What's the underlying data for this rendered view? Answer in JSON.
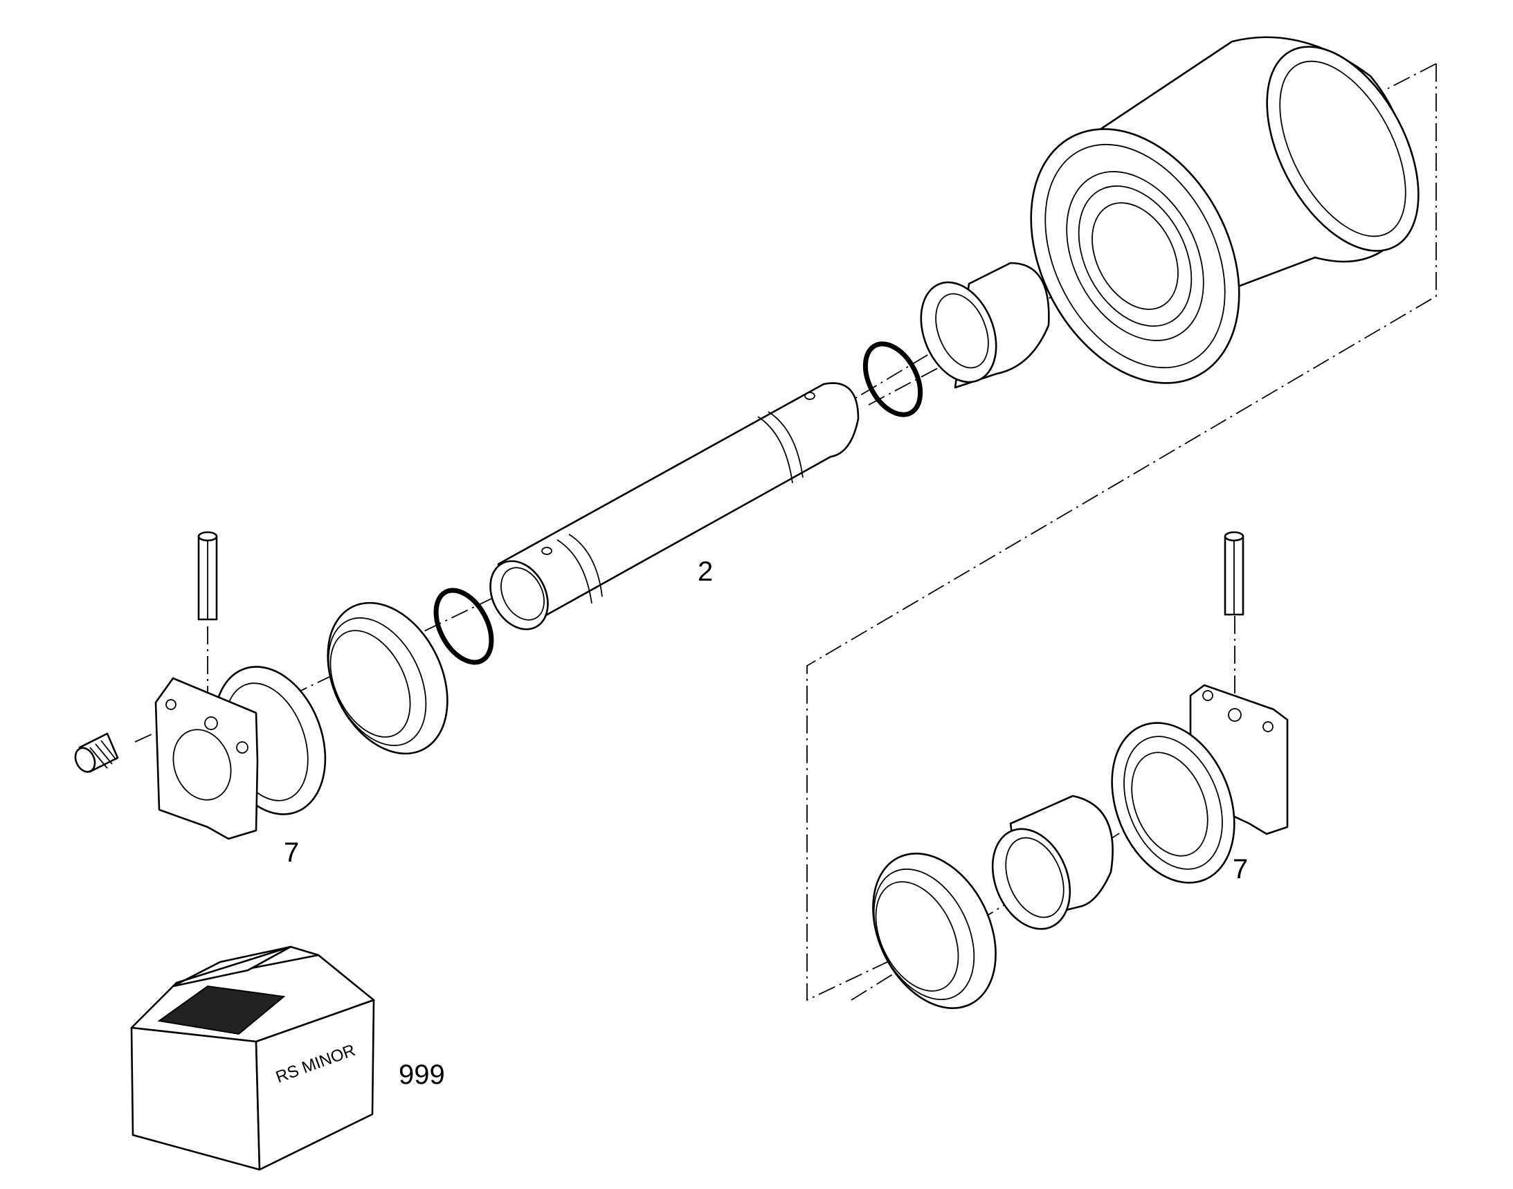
{
  "callouts": {
    "shaft": "2",
    "left_housing": "7",
    "right_housing": "7",
    "kit_box": "999"
  },
  "box_label": "RS MINOR",
  "colors": {
    "line": "#000000",
    "background": "#ffffff"
  }
}
